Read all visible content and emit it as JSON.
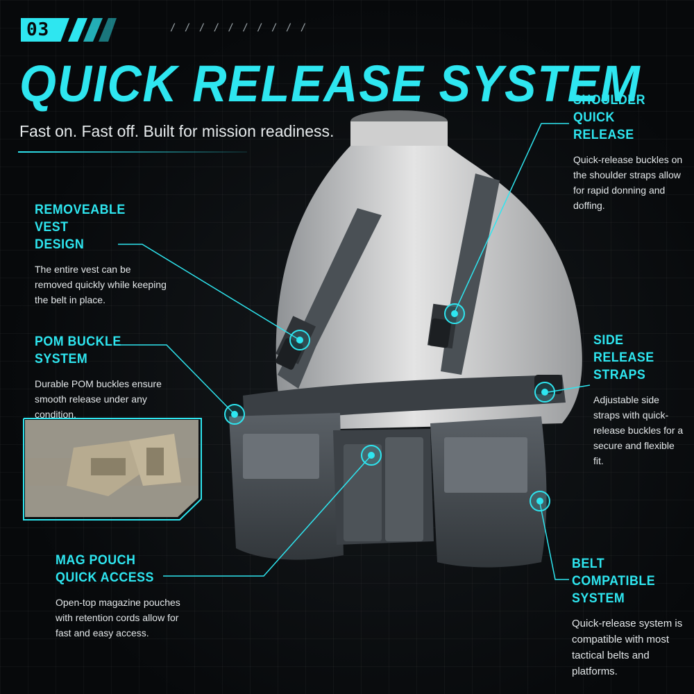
{
  "header": {
    "badge_number": "03",
    "slashes": "/ / / / / / / / / /",
    "title": "QUICK RELEASE SYSTEM",
    "subtitle": "Fast on. Fast off. Built for mission readiness."
  },
  "callouts": {
    "removeable_vest": {
      "title_line1": "REMOVEABLE VEST",
      "title_line2": "DESIGN",
      "body": "The entire vest can be removed quickly while keeping the belt in place."
    },
    "pom_buckle": {
      "title_line1": "POM BUCKLE",
      "title_line2": "SYSTEM",
      "body": "Durable POM buckles ensure smooth release under any condition."
    },
    "mag_pouch": {
      "title_line1": "MAG POUCH",
      "title_line2": "QUICK ACCESS",
      "body": "Open-top magazine pouches with retention cords allow for fast and easy access."
    },
    "shoulder": {
      "title_line1": "SHOULDER",
      "title_line2": "QUICK RELEASE",
      "body": "Quick-release buckles on the shoulder straps allow for rapid donning and doffing."
    },
    "side_release": {
      "title_line1": "SIDE RELEASE",
      "title_line2": "STRAPS",
      "body": "Adjustable side straps with quick-release buckles for a secure and flexible fit."
    },
    "belt_compatible": {
      "title_line1": "BELT COMPATIBLE",
      "title_line2": "SYSTEM",
      "body": "Quick-release system is compatible with most tactical belts and platforms."
    }
  },
  "colors": {
    "accent": "#2ee6f0",
    "background": "#07090b",
    "vest": "#4a5055",
    "mannequin": "#d9d9d9"
  },
  "icons": [
    "badge-stripes-icon",
    "callout-target-icon"
  ]
}
